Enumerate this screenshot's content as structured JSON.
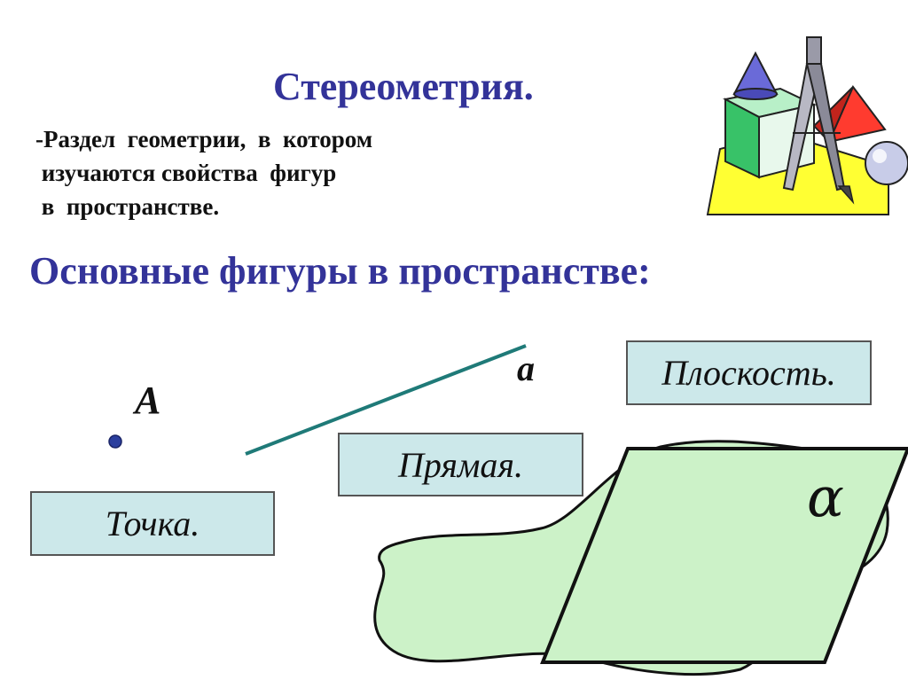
{
  "slide": {
    "title": "Стереометрия.",
    "definition": "-Раздел  геометрии,  в  котором\n изучаются свойства  фигур\n в  пространстве.",
    "subtitle": "Основные фигуры в пространстве:"
  },
  "figures": {
    "point": {
      "box_label": "Точка.",
      "letter": "A"
    },
    "line": {
      "box_label": "Прямая.",
      "letter": "a"
    },
    "plane": {
      "box_label": "Плоскость.",
      "letter": "α"
    }
  },
  "colors": {
    "heading": "#333399",
    "box_fill": "#cce8ea",
    "line": "#1f7a78",
    "point": "#2b3f9e",
    "plane_fill": "#ccf2c8"
  },
  "illustration": {
    "icon": "geometry-clipart-icon"
  }
}
